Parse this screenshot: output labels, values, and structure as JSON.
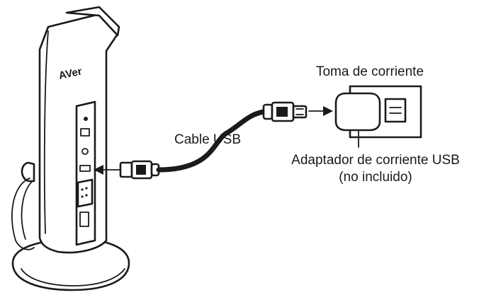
{
  "labels": {
    "outlet": "Toma de corriente",
    "cable": "Cable USB",
    "adapter_line1": "Adaptador de corriente USB",
    "adapter_line2": "(no incluido)"
  },
  "icons": {
    "device": "document-camera-icon",
    "usb_plug_device_end": "usb-plug-icon",
    "usb_plug_adapter_end": "usb-plug-icon",
    "adapter": "power-adapter-icon",
    "outlet": "wall-outlet-icon"
  },
  "colors": {
    "ink": "#1a1a1a",
    "background": "#ffffff"
  }
}
